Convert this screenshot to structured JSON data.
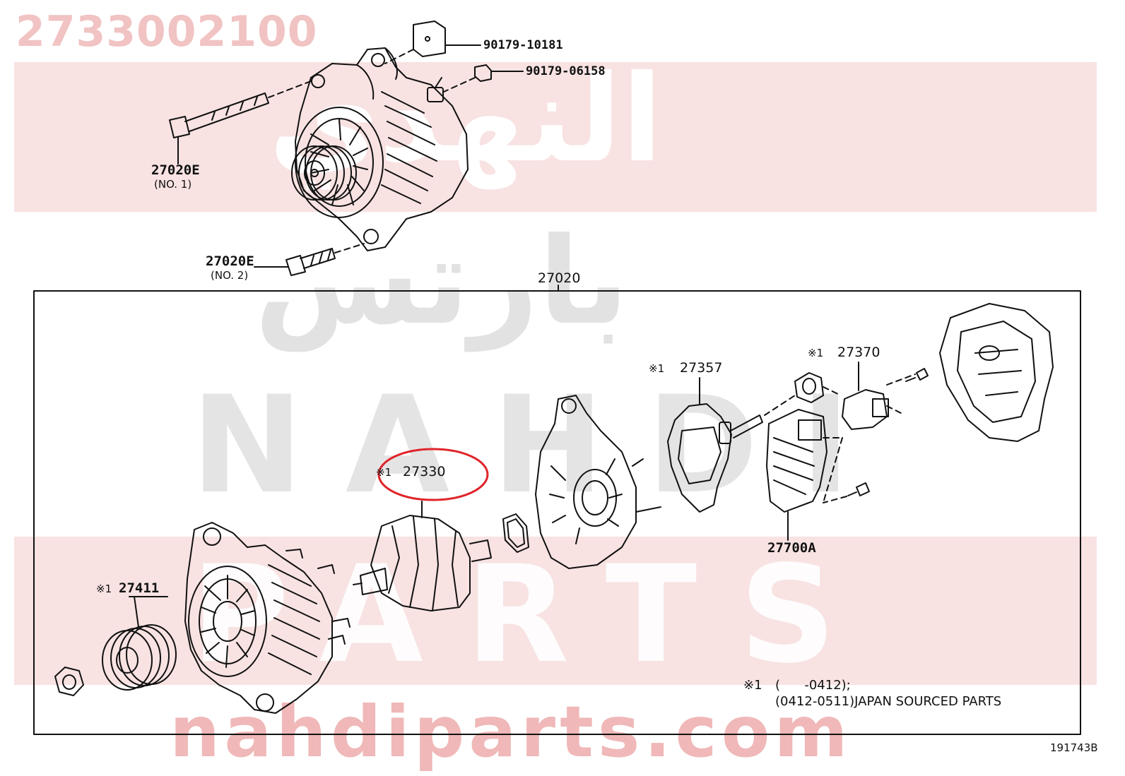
{
  "part_number": "2733002100",
  "watermark": {
    "arabic_line1": "النهدي",
    "arabic_line2": "بارتس",
    "latin_line1": "NAHDI",
    "latin_line2": "PARTS",
    "website": "nahdiparts.com"
  },
  "labels": {
    "bracket_clip": "90179-10181",
    "terminal_nut": "90179-06158",
    "bolt_no1_code": "27020E",
    "bolt_no1_sub": "(NO. 1)",
    "bolt_no2_code": "27020E",
    "bolt_no2_sub": "(NO. 2)",
    "assembly": "27020",
    "rotor_mark": "※1",
    "rotor": "27330",
    "pulley_mark": "※1",
    "pulley": "27411",
    "brush_holder_mark": "※1",
    "brush_holder": "27357",
    "terminal_insulator_mark": "※1",
    "terminal_insulator": "27370",
    "regulator": "27700A"
  },
  "footnote": {
    "line1_mark": "※1",
    "line1_range": "(      -0412);",
    "line2": "(0412-0511)JAPAN SOURCED PARTS"
  },
  "figure_code": "191743B",
  "colors": {
    "highlight_circle": "#e0242a",
    "watermark_band": "#f3caca",
    "watermark_text": "#f1c3c3",
    "watermark_grey": "#d9d9d9",
    "line": "#111111"
  }
}
